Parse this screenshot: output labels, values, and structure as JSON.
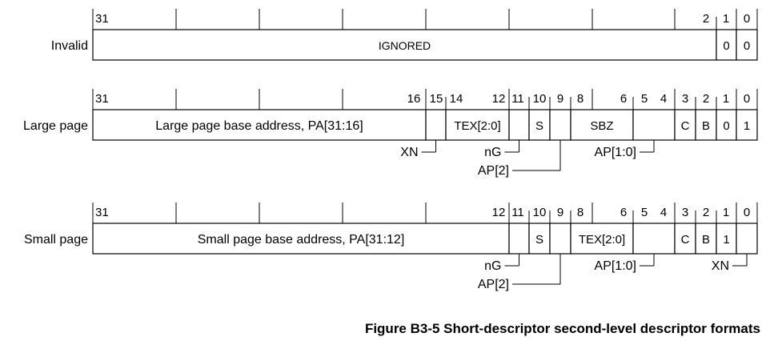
{
  "caption": "Figure B3-5 Short-descriptor second-level descriptor formats",
  "rows": [
    {
      "label": "Invalid",
      "bit_numbers": [
        {
          "bit": 31,
          "text": "31"
        },
        {
          "bit": 2,
          "text": "2"
        },
        {
          "bit": 1,
          "text": "1"
        },
        {
          "bit": 0,
          "text": "0"
        }
      ],
      "fields": [
        {
          "hi": 31,
          "lo": 2,
          "text": "IGNORED"
        },
        {
          "hi": 1,
          "lo": 1,
          "text": "0"
        },
        {
          "hi": 0,
          "lo": 0,
          "text": "0"
        }
      ],
      "callouts": []
    },
    {
      "label": "Large page",
      "bit_numbers": [
        {
          "bit": 31,
          "text": "31"
        },
        {
          "bit": 16,
          "text": "16"
        },
        {
          "bit": 15,
          "text": "15"
        },
        {
          "bit": 14,
          "text": "14"
        },
        {
          "bit": 12,
          "text": "12"
        },
        {
          "bit": 11,
          "text": "11"
        },
        {
          "bit": 10,
          "text": "10"
        },
        {
          "bit": 9,
          "text": "9"
        },
        {
          "bit": 8,
          "text": "8"
        },
        {
          "bit": 6,
          "text": "6"
        },
        {
          "bit": 5,
          "text": "5"
        },
        {
          "bit": 4,
          "text": "4"
        },
        {
          "bit": 3,
          "text": "3"
        },
        {
          "bit": 2,
          "text": "2"
        },
        {
          "bit": 1,
          "text": "1"
        },
        {
          "bit": 0,
          "text": "0"
        }
      ],
      "fields": [
        {
          "hi": 31,
          "lo": 16,
          "text": "Large page base address, PA[31:16]"
        },
        {
          "hi": 15,
          "lo": 15,
          "text": ""
        },
        {
          "hi": 14,
          "lo": 12,
          "text": "TEX[2:0]"
        },
        {
          "hi": 11,
          "lo": 11,
          "text": ""
        },
        {
          "hi": 10,
          "lo": 10,
          "text": "S"
        },
        {
          "hi": 9,
          "lo": 9,
          "text": ""
        },
        {
          "hi": 8,
          "lo": 6,
          "text": "SBZ"
        },
        {
          "hi": 5,
          "lo": 4,
          "text": ""
        },
        {
          "hi": 3,
          "lo": 3,
          "text": "C"
        },
        {
          "hi": 2,
          "lo": 2,
          "text": "B"
        },
        {
          "hi": 1,
          "lo": 1,
          "text": "0"
        },
        {
          "hi": 0,
          "lo": 0,
          "text": "1"
        }
      ],
      "callouts": [
        {
          "text": "XN",
          "hi": 15,
          "lo": 15,
          "side": "left",
          "level": 1
        },
        {
          "text": "nG",
          "hi": 11,
          "lo": 11,
          "side": "left",
          "level": 1
        },
        {
          "text": "AP[2]",
          "hi": 9,
          "lo": 9,
          "side": "left",
          "level": 2
        },
        {
          "text": "AP[1:0]",
          "hi": 5,
          "lo": 4,
          "side": "left",
          "level": 1
        }
      ]
    },
    {
      "label": "Small page",
      "bit_numbers": [
        {
          "bit": 31,
          "text": "31"
        },
        {
          "bit": 12,
          "text": "12"
        },
        {
          "bit": 11,
          "text": "11"
        },
        {
          "bit": 10,
          "text": "10"
        },
        {
          "bit": 9,
          "text": "9"
        },
        {
          "bit": 8,
          "text": "8"
        },
        {
          "bit": 6,
          "text": "6"
        },
        {
          "bit": 5,
          "text": "5"
        },
        {
          "bit": 4,
          "text": "4"
        },
        {
          "bit": 3,
          "text": "3"
        },
        {
          "bit": 2,
          "text": "2"
        },
        {
          "bit": 1,
          "text": "1"
        },
        {
          "bit": 0,
          "text": "0"
        }
      ],
      "fields": [
        {
          "hi": 31,
          "lo": 12,
          "text": "Small page base address, PA[31:12]"
        },
        {
          "hi": 11,
          "lo": 11,
          "text": ""
        },
        {
          "hi": 10,
          "lo": 10,
          "text": "S"
        },
        {
          "hi": 9,
          "lo": 9,
          "text": ""
        },
        {
          "hi": 8,
          "lo": 6,
          "text": "TEX[2:0]"
        },
        {
          "hi": 5,
          "lo": 4,
          "text": ""
        },
        {
          "hi": 3,
          "lo": 3,
          "text": "C"
        },
        {
          "hi": 2,
          "lo": 2,
          "text": "B"
        },
        {
          "hi": 1,
          "lo": 1,
          "text": "1"
        },
        {
          "hi": 0,
          "lo": 0,
          "text": ""
        }
      ],
      "callouts": [
        {
          "text": "nG",
          "hi": 11,
          "lo": 11,
          "side": "left",
          "level": 1
        },
        {
          "text": "AP[2]",
          "hi": 9,
          "lo": 9,
          "side": "left",
          "level": 2
        },
        {
          "text": "AP[1:0]",
          "hi": 5,
          "lo": 4,
          "side": "left",
          "level": 1
        },
        {
          "text": "XN",
          "hi": 0,
          "lo": 0,
          "side": "right",
          "level": 1
        }
      ]
    }
  ]
}
